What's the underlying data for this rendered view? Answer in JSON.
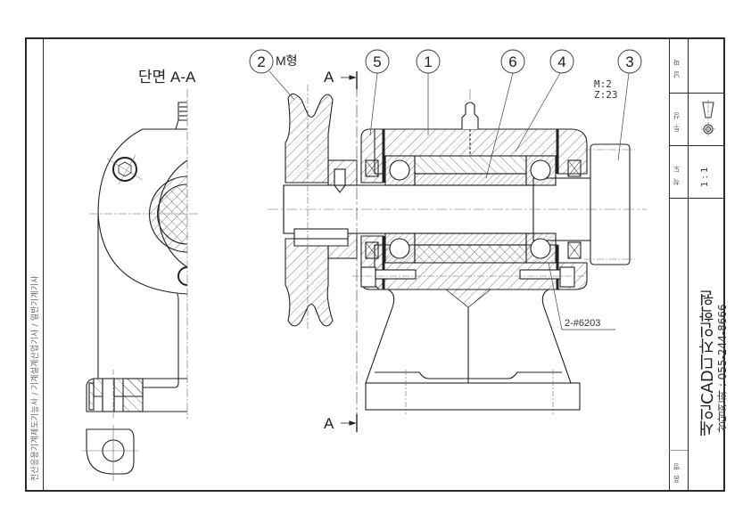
{
  "sheet": {
    "left_strip_text": "전산응용기계제도기능사 / 기계설계산업기사 / 일반기계기사"
  },
  "title_block": {
    "date_label": "날짜",
    "projection_label": "투상",
    "projection_symbol": "third-angle-projection-icon",
    "scale_label": "척도",
    "scale_value": "1 : 1",
    "name_label": "품명",
    "school_name": "새인CAD디자인학원",
    "phone": "상담전화 : 055-244-8666"
  },
  "views": {
    "section_title": "단면 A-A",
    "section_mark_top": "A",
    "section_mark_bottom": "A"
  },
  "balloons": [
    {
      "num": "2",
      "note": "M형"
    },
    {
      "num": "5"
    },
    {
      "num": "1"
    },
    {
      "num": "6"
    },
    {
      "num": "4"
    },
    {
      "num": "3"
    }
  ],
  "annotations": {
    "gear_module": "M:2",
    "gear_teeth": "Z:23",
    "bearing_callout": "2-#6203"
  },
  "colors": {
    "line": "#222222",
    "thin": "#555555",
    "hatch": "#444444",
    "center": "#666666"
  }
}
